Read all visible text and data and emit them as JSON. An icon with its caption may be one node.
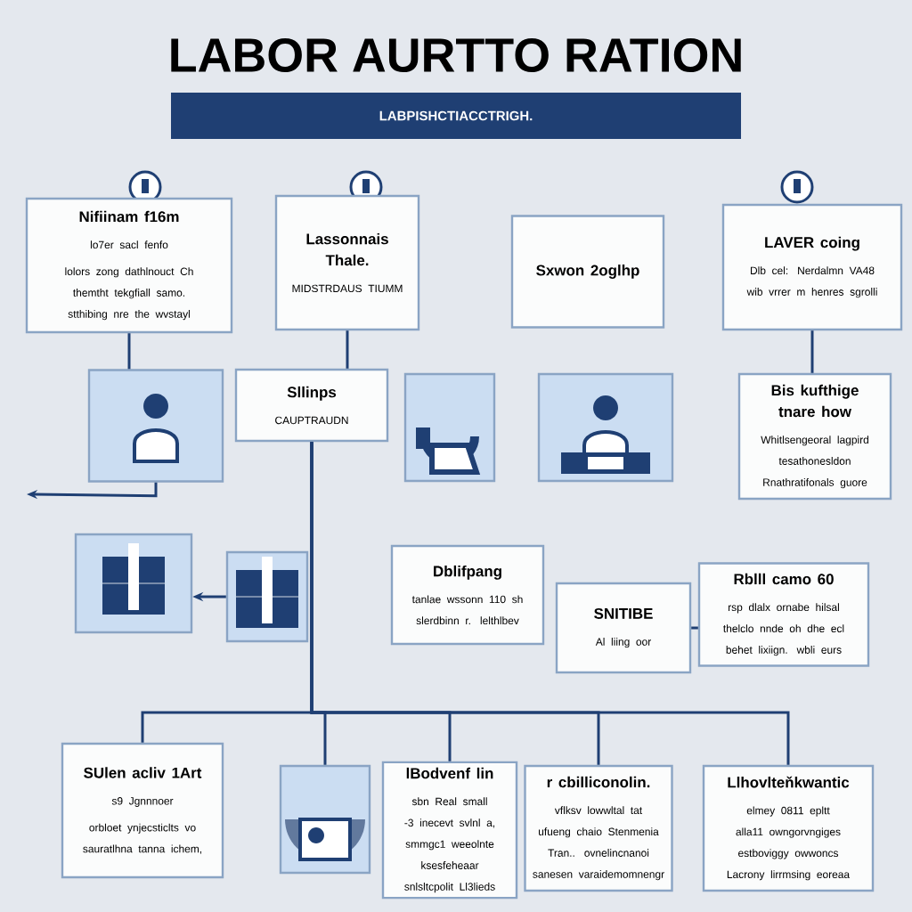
{
  "diagram": {
    "title": "LABOR AURTTO RATION",
    "nodes": [
      {
        "text": [
          "Nifiinam f16m",
          "lo7er sacl fenfo",
          "lolors zong dathlnouct Ch themtht tekgfiall samo. stthibing nre the wvstayl"
        ]
      },
      {
        "text": [
          "Lassonnais Thale.",
          "MIDSTRDAUS TIUMM"
        ]
      },
      {
        "text": [
          "Sxwon 2oglhp"
        ]
      },
      {
        "text": [
          "LAVER coing",
          "Dlb cel: Nerdalmn VA48 wib vrrer m henres sgrolli"
        ]
      },
      {
        "text": [],
        "shape": "picture"
      },
      {
        "text": [
          "Sllinps",
          "CAUPTRAUDN"
        ]
      },
      {
        "text": [],
        "shape": "picture"
      },
      {
        "text": [],
        "shape": "picture"
      },
      {
        "text": [
          "Bis kufthige tnare how",
          "Whitlsengeoral lagpird tesathonesldon Rnathratifonals guore"
        ]
      },
      {
        "text": [],
        "shape": "picture"
      },
      {
        "text": [],
        "shape": "picture"
      },
      {
        "text": [
          "Dblifpang",
          "tanlae wssonn 110 sh slerdbinn r. lelthlbev"
        ]
      },
      {
        "text": [
          "SNITIBE",
          "Al liing oor"
        ]
      },
      {
        "text": [
          "Rblll camo 60",
          "rsp dlalx ornabe hilsal thelclo nnde oh dhe ecl behet lixiign. wbli eurs"
        ]
      },
      {
        "text": [
          "SUlen acliv 1Art",
          "s9 Jgnnnoer",
          "orbloet ynjecsticlts vo sauratlhna tanna ichem,"
        ]
      },
      {
        "text": [],
        "shape": "picture"
      },
      {
        "text": [
          "lBodvenf lin",
          "sbn Real small -3 inecevt svlnl a, smmgc1 weeolnte ksesfeheaar snlsltcpolit Ll3lieds"
        ]
      },
      {
        "text": [
          "r cbilliconolin.",
          "vflksv lowwltal tat ufueng chaio Stenmenia Tran.. ovnelincnanoi sanesen varaidemomnengr"
        ]
      },
      {
        "text": [
          "Llhovlteňkwantic",
          "elmey 0811 epltt alla11 owngorvngiges estboviggy owwoncs Lacrony lirrmsing eoreaa"
        ]
      }
    ],
    "edges": [
      {
        "from": 0,
        "to": 4,
        "arrow": "none"
      },
      {
        "from": 1,
        "to": 5,
        "arrow": "none"
      },
      {
        "from": 4,
        "to": null,
        "arrow": "to"
      },
      {
        "from": 3,
        "to": 8,
        "arrow": "none"
      },
      {
        "from": 10,
        "to": 9,
        "arrow": "to"
      },
      {
        "from": 12,
        "to": 13,
        "arrow": "none"
      },
      {
        "from": 5,
        "to": 14,
        "arrow": "none"
      },
      {
        "from": 5,
        "to": 15,
        "arrow": "none"
      },
      {
        "from": 5,
        "to": 16,
        "arrow": "none"
      },
      {
        "from": 5,
        "to": 17,
        "arrow": "none"
      },
      {
        "from": 5,
        "to": 18,
        "arrow": "none"
      }
    ],
    "labels": [
      "LABPISHCTIACCTRIGH."
    ]
  }
}
